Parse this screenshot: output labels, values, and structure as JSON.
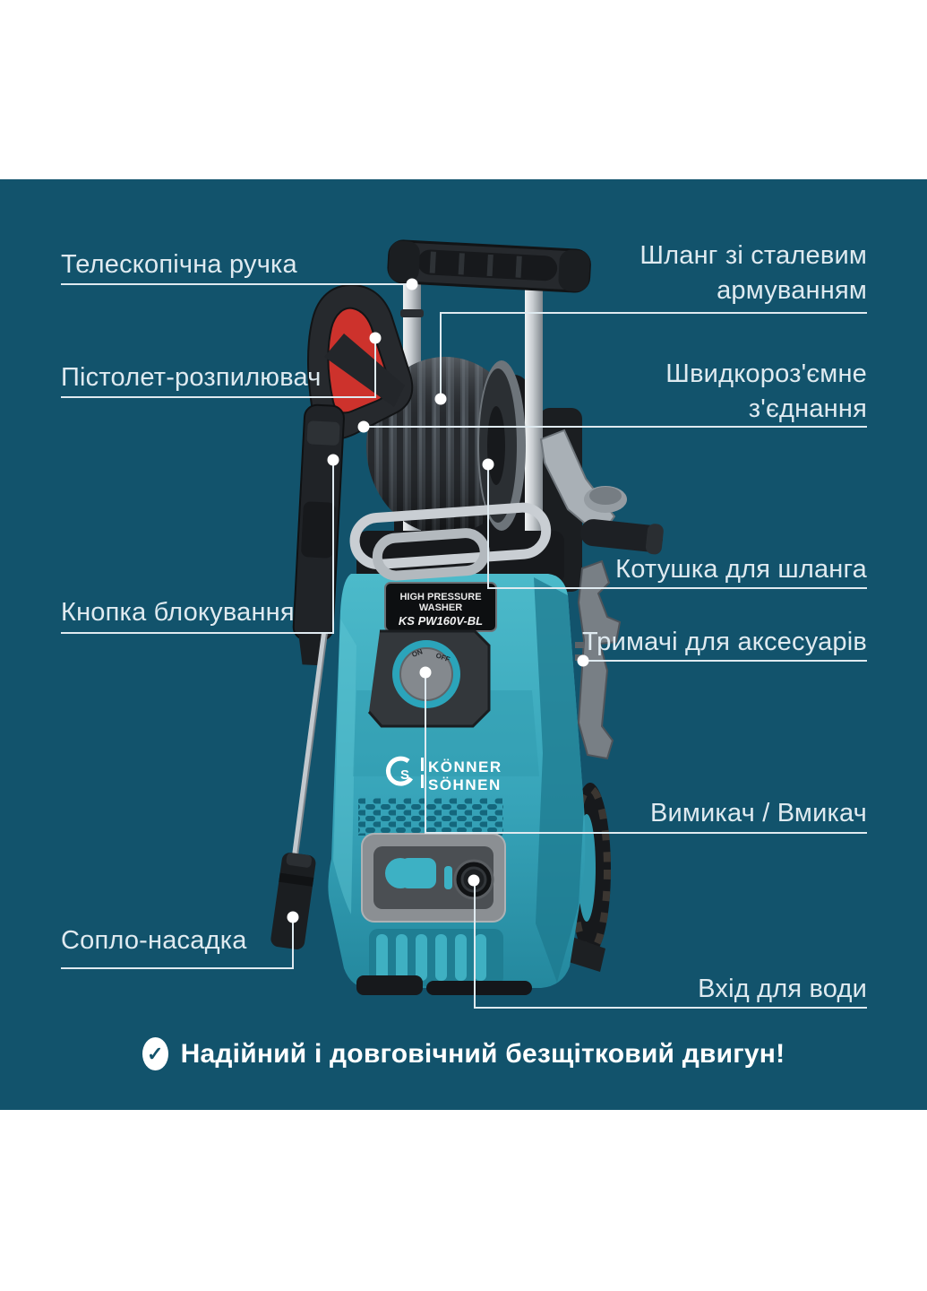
{
  "colors": {
    "page_bg": "#FFFFFF",
    "panel_bg": "#12536C",
    "callout_line": "#DFEAF0",
    "callout_dot": "#FFFFFF",
    "label_text": "#DFEAF0",
    "machine_teal": "#3FB0C3",
    "machine_teal_dark": "#1E7A8F",
    "trigger_red": "#CD322C"
  },
  "product": {
    "plate": {
      "line1": "HIGH PRESSURE",
      "line2": "WASHER",
      "model": "KS PW160V-BL"
    },
    "brand": {
      "line1": "KÖNNER",
      "line2": "SÖHNEN"
    },
    "dial": {
      "on": "ON",
      "off": "OFF"
    }
  },
  "callouts": {
    "telescopic_handle": {
      "text": "Телескопічна ручка"
    },
    "spray_gun": {
      "text": "Пістолет-розпилювач"
    },
    "lock_button": {
      "text": "Кнопка блокування"
    },
    "nozzle": {
      "text": "Сопло-насадка"
    },
    "hose": {
      "line1": "Шланг зі сталевим",
      "line2": "армуванням"
    },
    "quick_connect": {
      "line1": "Швидкороз'ємне",
      "line2": "з'єднання"
    },
    "hose_reel": {
      "text": "Котушка для шланга"
    },
    "accessory_holders": {
      "text": "Тримачі для аксесуарів"
    },
    "power_switch": {
      "text": "Вимикач / Вмикач"
    },
    "water_inlet": {
      "text": "Вхід для води"
    }
  },
  "footer": {
    "icon": "check-circle",
    "text": "Надійний і довговічний безщітковий двигун!"
  }
}
